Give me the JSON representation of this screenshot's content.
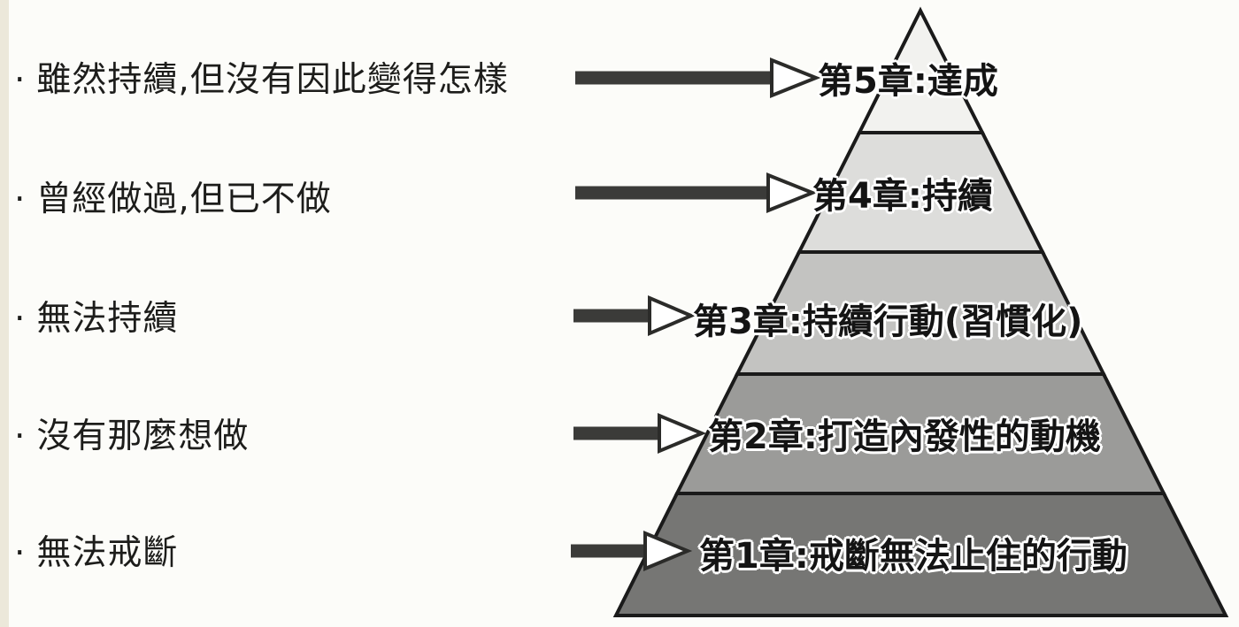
{
  "figure_type": "pyramid-diagram",
  "colors": {
    "background": "#fcfcf9",
    "left_edge_strip": "#ece8da",
    "outline": "#1a1a1a",
    "arrow_shaft": "#3b3b39",
    "arrow_head_fill": "#ffffff",
    "text": "#1d1d1b"
  },
  "problems": [
    {
      "bullet": "·",
      "text": "雖然持續,但沒有因此變得怎樣"
    },
    {
      "bullet": "·",
      "text": "曾經做過,但已不做"
    },
    {
      "bullet": "·",
      "text": "無法持續"
    },
    {
      "bullet": "·",
      "text": "沒有那麼想做"
    },
    {
      "bullet": "·",
      "text": "無法戒斷"
    }
  ],
  "pyramid_levels": [
    {
      "chapter": 5,
      "label": "第5章:達成",
      "fill": "#f2f2ef"
    },
    {
      "chapter": 4,
      "label": "第4章:持續",
      "fill": "#dddddb"
    },
    {
      "chapter": 3,
      "label": "第3章:持續行動(習慣化)",
      "fill": "#c3c3c1"
    },
    {
      "chapter": 2,
      "label": "第2章:打造內發性的動機",
      "fill": "#9b9b99"
    },
    {
      "chapter": 1,
      "label": "第1章:戒斷無法止住的行動",
      "fill": "#767674"
    }
  ]
}
